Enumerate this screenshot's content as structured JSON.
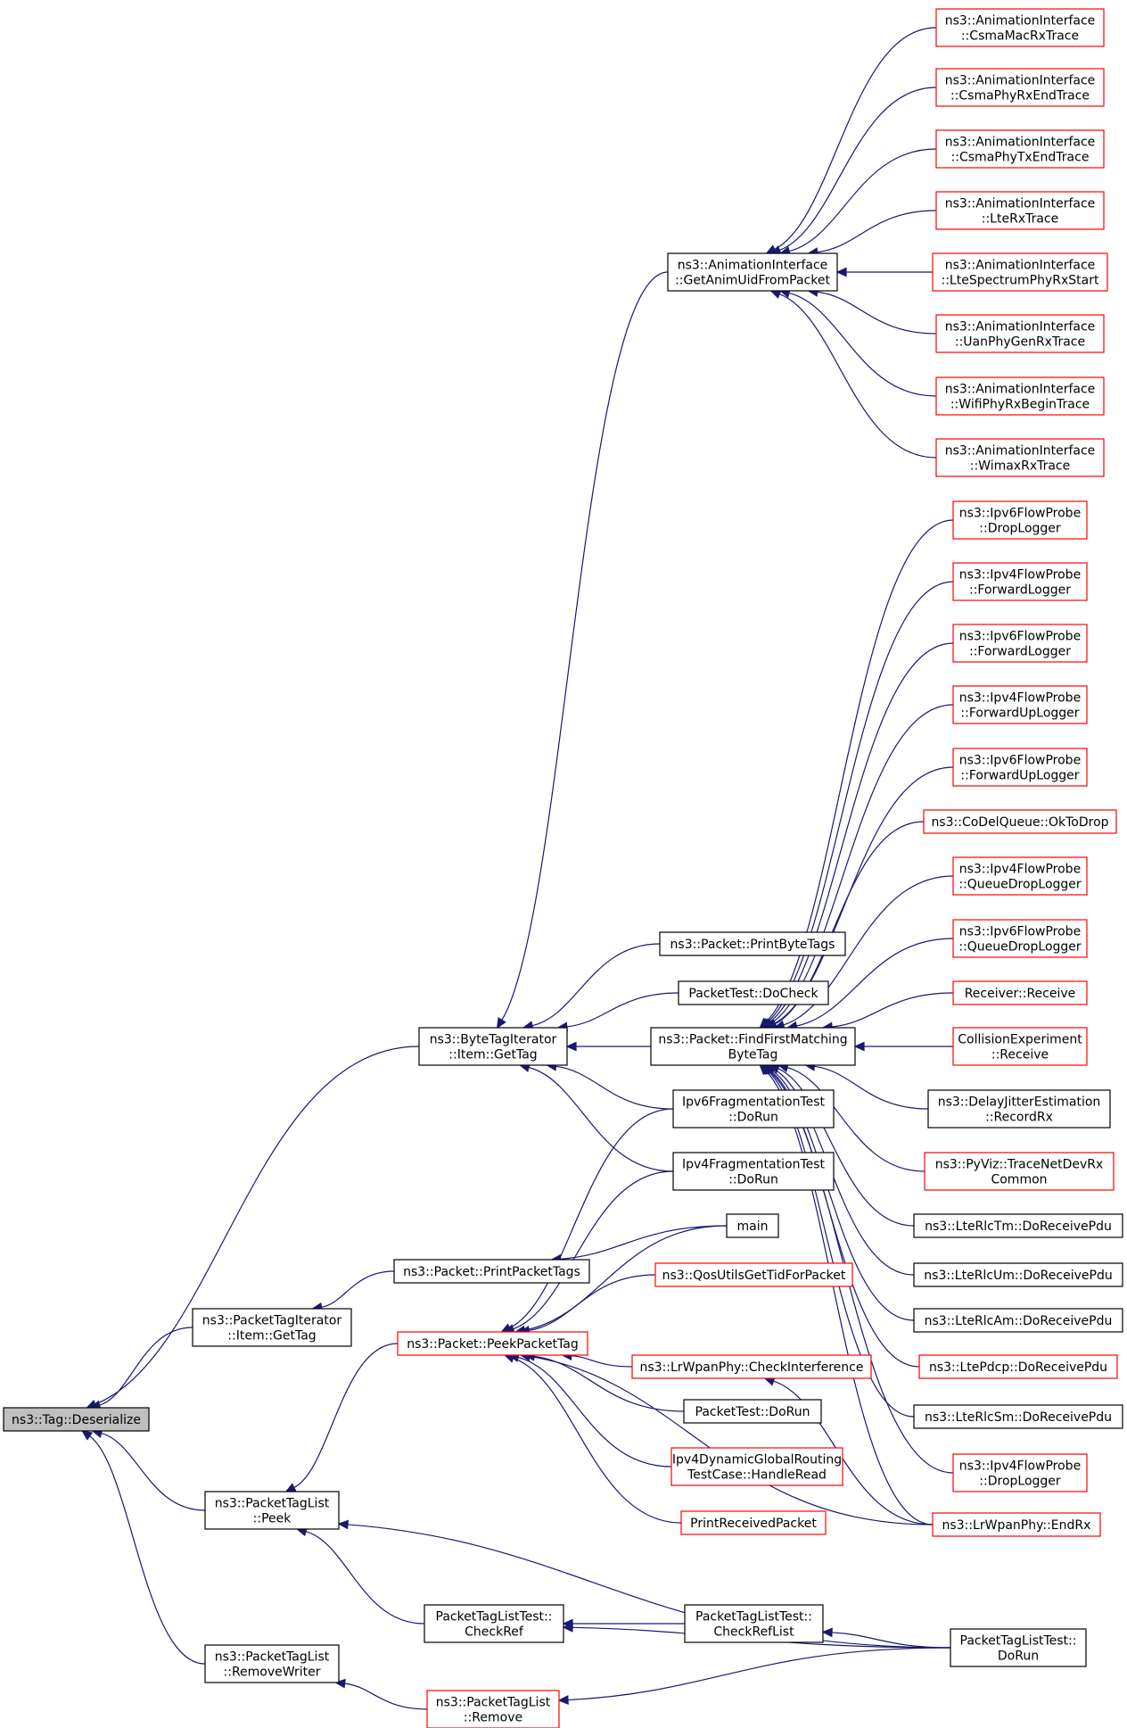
{
  "colors": {
    "edge": "#191970",
    "root_fill": "#bfbfbf",
    "border_black": "#000000",
    "border_red": "#ff0000",
    "node_fill": "#ffffff"
  },
  "nodes": [
    {
      "id": "tag_deserialize",
      "lines": [
        "ns3::Tag::Deserialize"
      ],
      "border": "black",
      "root": true
    },
    {
      "id": "bytetag_gettag",
      "lines": [
        "ns3::ByteTagIterator",
        "::Item::GetTag"
      ],
      "border": "black"
    },
    {
      "id": "packettagiter_gettag",
      "lines": [
        "ns3::PacketTagIterator",
        "::Item::GetTag"
      ],
      "border": "black"
    },
    {
      "id": "packettaglist_peek",
      "lines": [
        "ns3::PacketTagList",
        "::Peek"
      ],
      "border": "black"
    },
    {
      "id": "packettaglist_removewriter",
      "lines": [
        "ns3::PacketTagList",
        "::RemoveWriter"
      ],
      "border": "black"
    },
    {
      "id": "anim_getuid",
      "lines": [
        "ns3::AnimationInterface",
        "::GetAnimUidFromPacket"
      ],
      "border": "black"
    },
    {
      "id": "packet_printbytetags",
      "lines": [
        "ns3::Packet::PrintByteTags"
      ],
      "border": "black"
    },
    {
      "id": "packettest_docheck",
      "lines": [
        "PacketTest::DoCheck"
      ],
      "border": "black"
    },
    {
      "id": "packet_findfirst",
      "lines": [
        "ns3::Packet::FindFirstMatching",
        "ByteTag"
      ],
      "border": "black"
    },
    {
      "id": "ipv6frag_dorun",
      "lines": [
        "Ipv6FragmentationTest",
        "::DoRun"
      ],
      "border": "black"
    },
    {
      "id": "ipv4frag_dorun",
      "lines": [
        "Ipv4FragmentationTest",
        "::DoRun"
      ],
      "border": "black"
    },
    {
      "id": "main",
      "lines": [
        "main"
      ],
      "border": "black"
    },
    {
      "id": "packet_printpackettags",
      "lines": [
        "ns3::Packet::PrintPacketTags"
      ],
      "border": "black"
    },
    {
      "id": "packet_peekpackettag",
      "lines": [
        "ns3::Packet::PeekPacketTag"
      ],
      "border": "red"
    },
    {
      "id": "qos_gettid",
      "lines": [
        "ns3::QosUtilsGetTidForPacket"
      ],
      "border": "red"
    },
    {
      "id": "lrwpan_checkinterference",
      "lines": [
        "ns3::LrWpanPhy::CheckInterference"
      ],
      "border": "red"
    },
    {
      "id": "packettest_dorun",
      "lines": [
        "PacketTest::DoRun"
      ],
      "border": "black"
    },
    {
      "id": "ipv4dyn_handleread",
      "lines": [
        "Ipv4DynamicGlobalRouting",
        "TestCase::HandleRead"
      ],
      "border": "red"
    },
    {
      "id": "printreceivedpacket",
      "lines": [
        "PrintReceivedPacket"
      ],
      "border": "red"
    },
    {
      "id": "ptltest_checkref",
      "lines": [
        "PacketTagListTest::",
        "CheckRef"
      ],
      "border": "black"
    },
    {
      "id": "ptltest_checkreflist",
      "lines": [
        "PacketTagListTest::",
        "CheckRefList"
      ],
      "border": "black"
    },
    {
      "id": "ptltest_dorun",
      "lines": [
        "PacketTagListTest::",
        "DoRun"
      ],
      "border": "black"
    },
    {
      "id": "packettaglist_remove",
      "lines": [
        "ns3::PacketTagList",
        "::Remove"
      ],
      "border": "red"
    },
    {
      "id": "anim_csmamacrx",
      "lines": [
        "ns3::AnimationInterface",
        "::CsmaMacRxTrace"
      ],
      "border": "red"
    },
    {
      "id": "anim_csmaphyrxend",
      "lines": [
        "ns3::AnimationInterface",
        "::CsmaPhyRxEndTrace"
      ],
      "border": "red"
    },
    {
      "id": "anim_csmaphytxend",
      "lines": [
        "ns3::AnimationInterface",
        "::CsmaPhyTxEndTrace"
      ],
      "border": "red"
    },
    {
      "id": "anim_lterx",
      "lines": [
        "ns3::AnimationInterface",
        "::LteRxTrace"
      ],
      "border": "red"
    },
    {
      "id": "anim_ltespectrum",
      "lines": [
        "ns3::AnimationInterface",
        "::LteSpectrumPhyRxStart"
      ],
      "border": "red"
    },
    {
      "id": "anim_uanphygen",
      "lines": [
        "ns3::AnimationInterface",
        "::UanPhyGenRxTrace"
      ],
      "border": "red"
    },
    {
      "id": "anim_wifiphyrxbegin",
      "lines": [
        "ns3::AnimationInterface",
        "::WifiPhyRxBeginTrace"
      ],
      "border": "red"
    },
    {
      "id": "anim_wimaxrx",
      "lines": [
        "ns3::AnimationInterface",
        "::WimaxRxTrace"
      ],
      "border": "red"
    },
    {
      "id": "ipv6flow_droplogger",
      "lines": [
        "ns3::Ipv6FlowProbe",
        "::DropLogger"
      ],
      "border": "red"
    },
    {
      "id": "ipv4flow_forwardlogger",
      "lines": [
        "ns3::Ipv4FlowProbe",
        "::ForwardLogger"
      ],
      "border": "red"
    },
    {
      "id": "ipv6flow_forwardlogger",
      "lines": [
        "ns3::Ipv6FlowProbe",
        "::ForwardLogger"
      ],
      "border": "red"
    },
    {
      "id": "ipv4flow_forwarduplogger",
      "lines": [
        "ns3::Ipv4FlowProbe",
        "::ForwardUpLogger"
      ],
      "border": "red"
    },
    {
      "id": "ipv6flow_forwarduplogger",
      "lines": [
        "ns3::Ipv6FlowProbe",
        "::ForwardUpLogger"
      ],
      "border": "red"
    },
    {
      "id": "codel_oktodrop",
      "lines": [
        "ns3::CoDelQueue::OkToDrop"
      ],
      "border": "red"
    },
    {
      "id": "ipv4flow_queuedroplogger",
      "lines": [
        "ns3::Ipv4FlowProbe",
        "::QueueDropLogger"
      ],
      "border": "red"
    },
    {
      "id": "ipv6flow_queuedroplogger",
      "lines": [
        "ns3::Ipv6FlowProbe",
        "::QueueDropLogger"
      ],
      "border": "red"
    },
    {
      "id": "receiver_receive",
      "lines": [
        "Receiver::Receive"
      ],
      "border": "red"
    },
    {
      "id": "collision_receive",
      "lines": [
        "CollisionExperiment",
        "::Receive"
      ],
      "border": "red"
    },
    {
      "id": "delayjitter_recordrx",
      "lines": [
        "ns3::DelayJitterEstimation",
        "::RecordRx"
      ],
      "border": "black"
    },
    {
      "id": "pyviz_tracenetdevrx",
      "lines": [
        "ns3::PyViz::TraceNetDevRx",
        "Common"
      ],
      "border": "red"
    },
    {
      "id": "ltercltm_doreceivepdu",
      "lines": [
        "ns3::LteRlcTm::DoReceivePdu"
      ],
      "border": "black"
    },
    {
      "id": "lterclum_doreceivepdu",
      "lines": [
        "ns3::LteRlcUm::DoReceivePdu"
      ],
      "border": "black"
    },
    {
      "id": "lterclam_doreceivepdu",
      "lines": [
        "ns3::LteRlcAm::DoReceivePdu"
      ],
      "border": "black"
    },
    {
      "id": "ltepdcp_doreceivepdu",
      "lines": [
        "ns3::LtePdcp::DoReceivePdu"
      ],
      "border": "red"
    },
    {
      "id": "ltercism_doreceivepdu",
      "lines": [
        "ns3::LteRlcSm::DoReceivePdu"
      ],
      "border": "black"
    },
    {
      "id": "ipv4flow_droplogger",
      "lines": [
        "ns3::Ipv4FlowProbe",
        "::DropLogger"
      ],
      "border": "red"
    },
    {
      "id": "lrwpan_endrx",
      "lines": [
        "ns3::LrWpanPhy::EndRx"
      ],
      "border": "red"
    }
  ],
  "edges": [
    [
      "tag_deserialize",
      "bytetag_gettag"
    ],
    [
      "tag_deserialize",
      "packettagiter_gettag"
    ],
    [
      "tag_deserialize",
      "packettaglist_peek"
    ],
    [
      "tag_deserialize",
      "packettaglist_removewriter"
    ],
    [
      "bytetag_gettag",
      "anim_getuid"
    ],
    [
      "bytetag_gettag",
      "packet_printbytetags"
    ],
    [
      "bytetag_gettag",
      "packettest_docheck"
    ],
    [
      "bytetag_gettag",
      "packet_findfirst"
    ],
    [
      "bytetag_gettag",
      "ipv6frag_dorun"
    ],
    [
      "bytetag_gettag",
      "ipv4frag_dorun"
    ],
    [
      "packettagiter_gettag",
      "packet_printpackettags"
    ],
    [
      "packet_printpackettags",
      "main"
    ],
    [
      "packettaglist_peek",
      "packet_peekpackettag"
    ],
    [
      "packettaglist_peek",
      "ptltest_checkref"
    ],
    [
      "packettaglist_peek",
      "ptltest_dorun"
    ],
    [
      "packettaglist_removewriter",
      "packettaglist_remove"
    ],
    [
      "packettaglist_remove",
      "ptltest_dorun"
    ],
    [
      "ptltest_checkref",
      "ptltest_checkreflist"
    ],
    [
      "ptltest_checkref",
      "ptltest_dorun"
    ],
    [
      "ptltest_checkreflist",
      "ptltest_dorun"
    ],
    [
      "packet_peekpackettag",
      "ipv6frag_dorun"
    ],
    [
      "packet_peekpackettag",
      "ipv4frag_dorun"
    ],
    [
      "packet_peekpackettag",
      "main"
    ],
    [
      "packet_peekpackettag",
      "qos_gettid"
    ],
    [
      "packet_peekpackettag",
      "lrwpan_checkinterference"
    ],
    [
      "packet_peekpackettag",
      "packettest_dorun"
    ],
    [
      "packet_peekpackettag",
      "ipv4dyn_handleread"
    ],
    [
      "packet_peekpackettag",
      "printreceivedpacket"
    ],
    [
      "packet_peekpackettag",
      "lrwpan_endrx"
    ],
    [
      "lrwpan_checkinterference",
      "lrwpan_endrx"
    ],
    [
      "anim_getuid",
      "anim_csmamacrx"
    ],
    [
      "anim_getuid",
      "anim_csmaphyrxend"
    ],
    [
      "anim_getuid",
      "anim_csmaphytxend"
    ],
    [
      "anim_getuid",
      "anim_lterx"
    ],
    [
      "anim_getuid",
      "anim_ltespectrum"
    ],
    [
      "anim_getuid",
      "anim_uanphygen"
    ],
    [
      "anim_getuid",
      "anim_wifiphyrxbegin"
    ],
    [
      "anim_getuid",
      "anim_wimaxrx"
    ],
    [
      "packet_findfirst",
      "ipv6flow_droplogger"
    ],
    [
      "packet_findfirst",
      "ipv4flow_forwardlogger"
    ],
    [
      "packet_findfirst",
      "ipv6flow_forwardlogger"
    ],
    [
      "packet_findfirst",
      "ipv4flow_forwarduplogger"
    ],
    [
      "packet_findfirst",
      "ipv6flow_forwarduplogger"
    ],
    [
      "packet_findfirst",
      "codel_oktodrop"
    ],
    [
      "packet_findfirst",
      "ipv4flow_queuedroplogger"
    ],
    [
      "packet_findfirst",
      "ipv6flow_queuedroplogger"
    ],
    [
      "packet_findfirst",
      "receiver_receive"
    ],
    [
      "packet_findfirst",
      "collision_receive"
    ],
    [
      "packet_findfirst",
      "delayjitter_recordrx"
    ],
    [
      "packet_findfirst",
      "pyviz_tracenetdevrx"
    ],
    [
      "packet_findfirst",
      "ltercltm_doreceivepdu"
    ],
    [
      "packet_findfirst",
      "lterclum_doreceivepdu"
    ],
    [
      "packet_findfirst",
      "lterclam_doreceivepdu"
    ],
    [
      "packet_findfirst",
      "ltepdcp_doreceivepdu"
    ],
    [
      "packet_findfirst",
      "ltercism_doreceivepdu"
    ],
    [
      "packet_findfirst",
      "ipv4flow_droplogger"
    ],
    [
      "packet_findfirst",
      "lrwpan_endrx"
    ]
  ]
}
